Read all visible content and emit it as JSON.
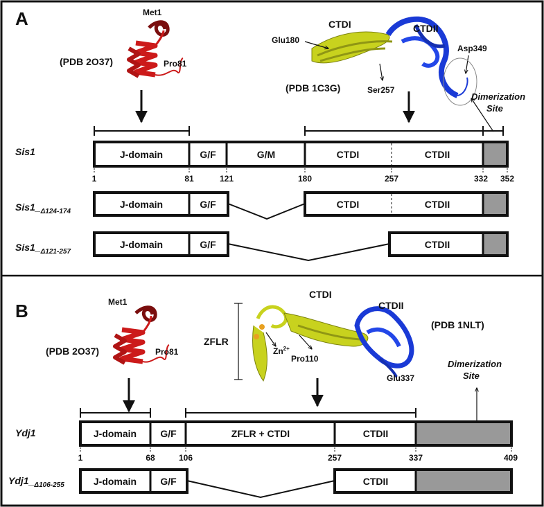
{
  "panel_a": {
    "letter": "A",
    "labels": {
      "met1": "Met1",
      "pro81": "Pro81",
      "pdb_jdomain": "(PDB 2O37)",
      "ctdi": "CTDI",
      "ctdii": "CTDII",
      "glu180": "Glu180",
      "asp349": "Asp349",
      "ser257": "Ser257",
      "pdb_ctd": "(PDB 1C3G)",
      "dimerization": "Dimerization",
      "site": "Site"
    },
    "constructs": [
      {
        "name": "Sis1",
        "suffix": "",
        "segments": [
          "J-domain",
          "G/F",
          "G/M",
          "CTDI",
          "CTDII"
        ],
        "positions": [
          "1",
          "81",
          "121",
          "180",
          "257",
          "332",
          "352"
        ]
      },
      {
        "name": "Sis1_",
        "suffix": "Δ124-174",
        "segments": [
          "J-domain",
          "G/F",
          "CTDI",
          "CTDII"
        ]
      },
      {
        "name": "Sis1_",
        "suffix": "Δ121-257",
        "segments": [
          "J-domain",
          "G/F",
          "CTDII"
        ]
      }
    ]
  },
  "panel_b": {
    "letter": "B",
    "labels": {
      "met1": "Met1",
      "pro81": "Pro81",
      "pdb_jdomain": "(PDB 2O37)",
      "ctdi": "CTDI",
      "ctdii": "CTDII",
      "pdb_ctd": "(PDB 1NLT)",
      "zflr": "ZFLR",
      "zn": "Zn",
      "zn_charge": "2+",
      "pro110": "Pro110",
      "glu337": "Glu337",
      "dimerization": "Dimerization",
      "site": "Site"
    },
    "constructs": [
      {
        "name": "Ydj1",
        "suffix": "",
        "segments": [
          "J-domain",
          "G/F",
          "ZFLR + CTDI",
          "CTDII"
        ],
        "positions": [
          "1",
          "68",
          "106",
          "257",
          "337",
          "409"
        ]
      },
      {
        "name": "Ydj1_",
        "suffix": "Δ106-255",
        "segments": [
          "J-domain",
          "G/F",
          "CTDII"
        ]
      }
    ]
  },
  "colors": {
    "jdomain_structure": "#cc1a1a",
    "ctdi_structure": "#c8d21e",
    "ctdii_structure": "#1a3ad6",
    "dimerization_box": "#999999"
  }
}
